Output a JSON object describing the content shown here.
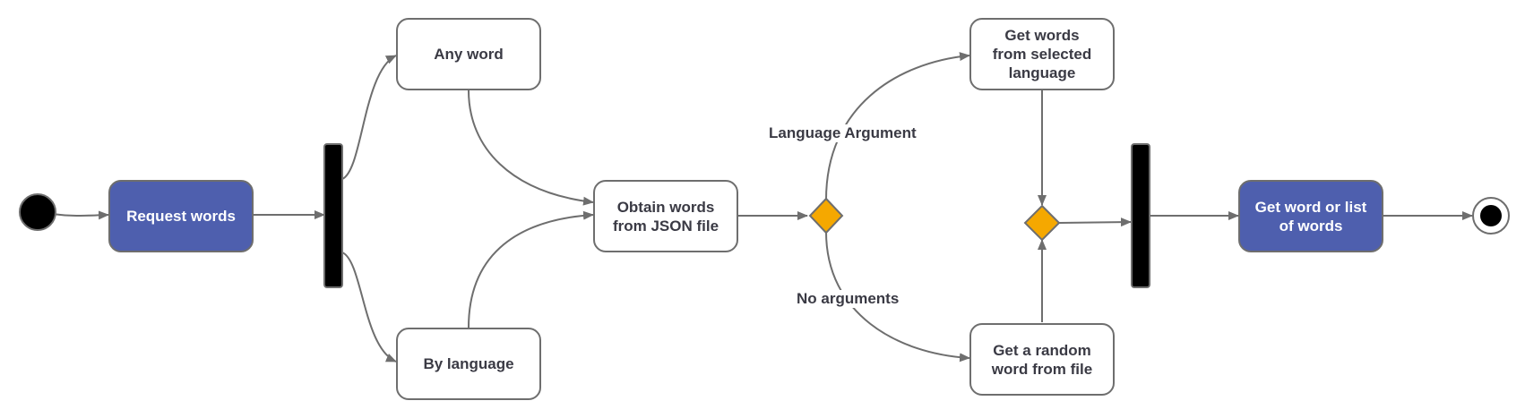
{
  "nodes": {
    "request": "Request words",
    "any_word": "Any word",
    "by_language": "By language",
    "obtain": "Obtain words\nfrom JSON file",
    "get_selected": "Get words\nfrom selected\nlanguage",
    "get_random": "Get a random\nword from file",
    "result": "Get word or list\nof words"
  },
  "edge_labels": {
    "language_argument": "Language Argument",
    "no_arguments": "No arguments"
  },
  "colors": {
    "accent": "#4e5fae",
    "decision": "#f5a800",
    "bar": "#000000",
    "line": "#6e6e6e"
  }
}
